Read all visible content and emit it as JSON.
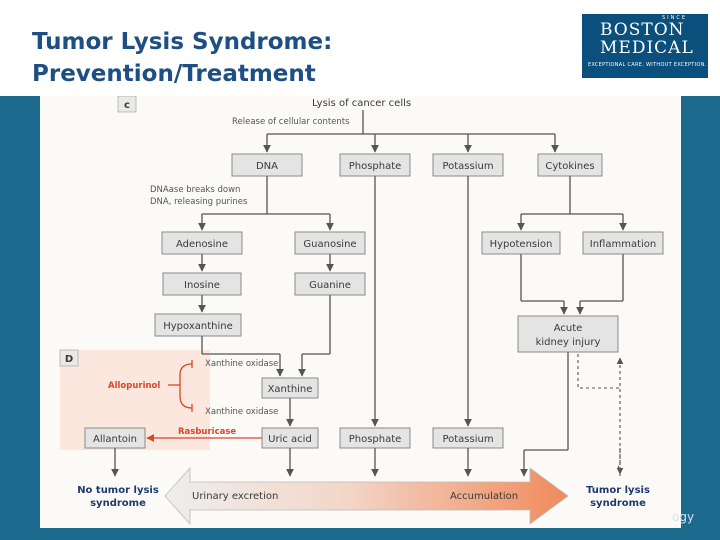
{
  "title_line1": "Tumor Lysis Syndrome:",
  "title_line2": "Prevention/Treatment",
  "logo": {
    "top": "SINCE",
    "line1": "BOSTON",
    "line2": "MEDICAL",
    "tagline": "EXCEPTIONAL CARE. WITHOUT EXCEPTION."
  },
  "footer": "ogy",
  "panel_c": "c",
  "panel_d": "D",
  "nodes": {
    "lysis": "Lysis of cancer cells",
    "release": "Release of cellular contents",
    "dna": "DNA",
    "phosphate": "Phosphate",
    "potassium": "Potassium",
    "cytokines": "Cytokines",
    "dnaase1": "DNAase breaks down",
    "dnaase2": "DNA, releasing purines",
    "adenosine": "Adenosine",
    "guanosine": "Guanosine",
    "hypotension": "Hypotension",
    "inflammation": "Inflammation",
    "inosine": "Inosine",
    "guanine": "Guanine",
    "hypoxanthine": "Hypoxanthine",
    "aki1": "Acute",
    "aki2": "kidney injury",
    "xo1": "Xanthine oxidase",
    "xanthine": "Xanthine",
    "allopurinol": "Allopurinol",
    "xo2": "Xanthine oxidase",
    "rasburicase": "Rasburicase",
    "allantoin": "Allantoin",
    "uric_acid": "Uric acid",
    "phosphate2": "Phosphate",
    "potassium2": "Potassium",
    "no_tls1": "No tumor lysis",
    "no_tls2": "syndrome",
    "urinary": "Urinary excretion",
    "accum": "Accumulation",
    "tls1": "Tumor lysis",
    "tls2": "syndrome"
  }
}
